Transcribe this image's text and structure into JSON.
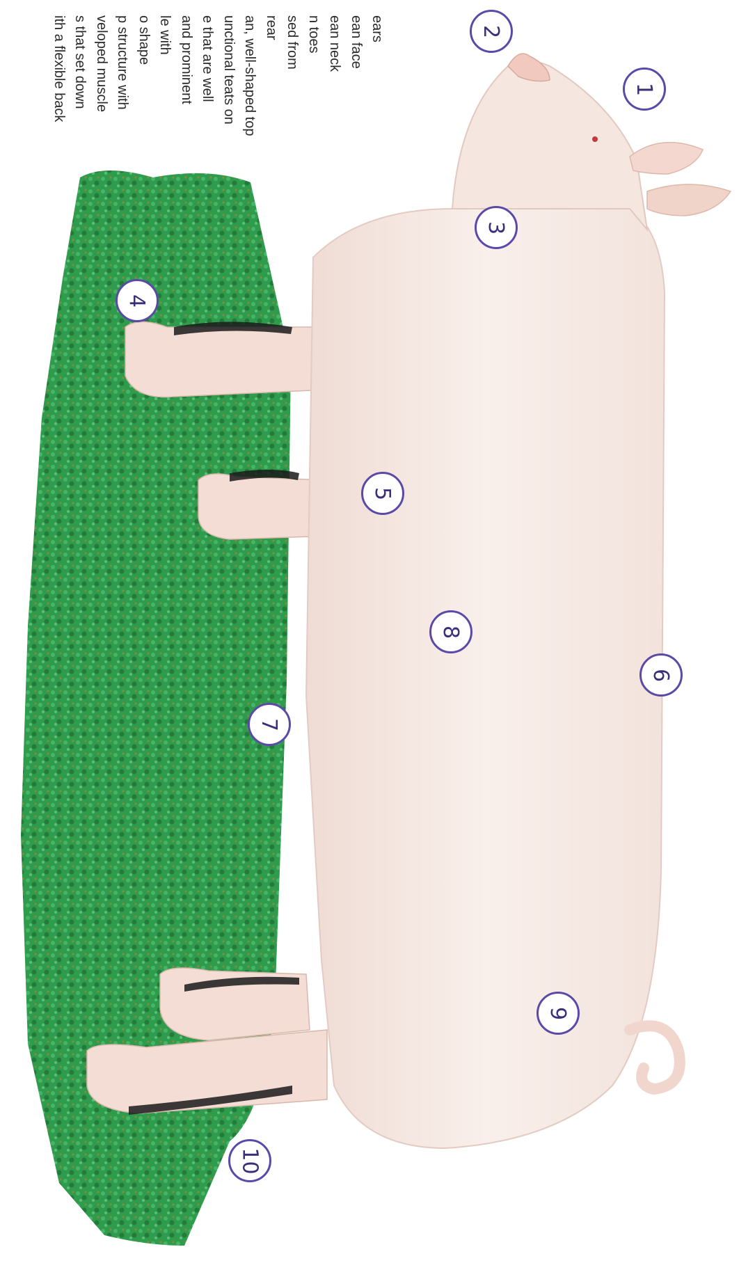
{
  "descriptions": [
    "ears",
    "ean face",
    "ean neck",
    "n toes",
    "sed from",
    "rear",
    "an, well-shaped top",
    "unctional teats on",
    "e that are well",
    "and prominent",
    "le with",
    "o shape",
    "p structure with",
    "veloped muscle",
    "s that set down",
    "ith a flexible back"
  ],
  "markers": [
    "1",
    "2",
    "3",
    "4",
    "5",
    "6",
    "7",
    "8",
    "9",
    "10"
  ],
  "colors": {
    "marker_border": "#5b49a8",
    "marker_text": "#3a2f78",
    "pig_body": "#f6ebe6",
    "grass": "#2f9b4c"
  }
}
